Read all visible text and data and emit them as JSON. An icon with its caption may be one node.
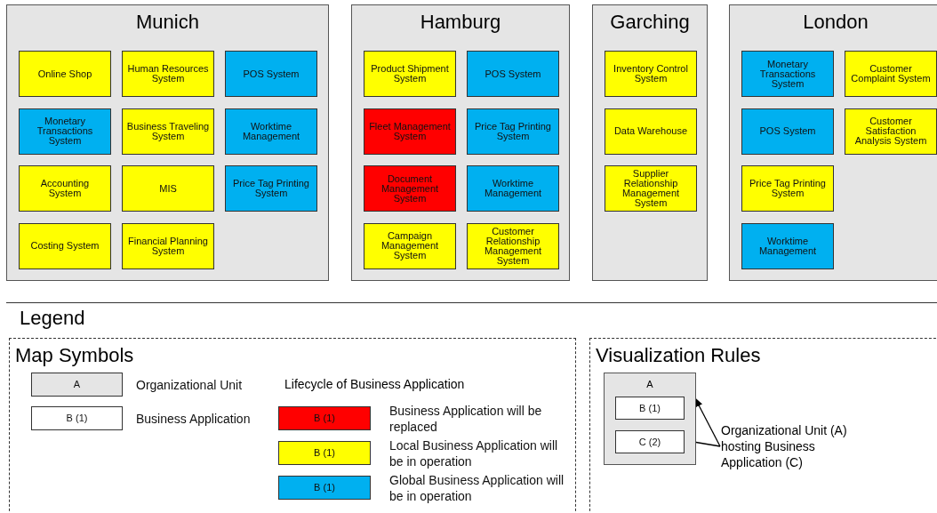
{
  "diagram": {
    "nodes": [
      {
        "text": [
          "Munich"
        ]
      },
      {
        "text": [
          "Online Shop"
        ],
        "in": 0
      },
      {
        "text": [
          "Human Resources System"
        ],
        "in": 0
      },
      {
        "text": [
          "POS System"
        ],
        "in": 0
      },
      {
        "text": [
          "Monetary Transactions System"
        ],
        "in": 0
      },
      {
        "text": [
          "Business Traveling System"
        ],
        "in": 0
      },
      {
        "text": [
          "Worktime Management"
        ],
        "in": 0
      },
      {
        "text": [
          "Accounting System"
        ],
        "in": 0
      },
      {
        "text": [
          "MIS"
        ],
        "in": 0
      },
      {
        "text": [
          "Price Tag Printing System"
        ],
        "in": 0
      },
      {
        "text": [
          "Costing System"
        ],
        "in": 0
      },
      {
        "text": [
          "Financial Planning System"
        ],
        "in": 0
      },
      {
        "text": [
          "Hamburg"
        ]
      },
      {
        "text": [
          "Product Shipment System"
        ],
        "in": 12
      },
      {
        "text": [
          "POS System"
        ],
        "in": 12
      },
      {
        "text": [
          "Fleet Management System"
        ],
        "in": 12
      },
      {
        "text": [
          "Price Tag Printing System"
        ],
        "in": 12
      },
      {
        "text": [
          "Document Management System"
        ],
        "in": 12
      },
      {
        "text": [
          "Worktime Management"
        ],
        "in": 12
      },
      {
        "text": [
          "Campaign Management System"
        ],
        "in": 12
      },
      {
        "text": [
          "Customer Relationship Management System"
        ],
        "in": 12
      },
      {
        "text": [
          "Garching"
        ]
      },
      {
        "text": [
          "Inventory Control System"
        ],
        "in": 21
      },
      {
        "text": [
          "Data Warehouse"
        ],
        "in": 21
      },
      {
        "text": [
          "Supplier Relationship Management System"
        ],
        "in": 21
      },
      {
        "text": [
          "London"
        ]
      },
      {
        "text": [
          "Monetary Transactions System"
        ],
        "in": 25
      },
      {
        "text": [
          "Customer Complaint System"
        ],
        "in": 25
      },
      {
        "text": [
          "POS System"
        ],
        "in": 25
      },
      {
        "text": [
          "Customer Satisfaction Analysis System"
        ],
        "in": 25
      },
      {
        "text": [
          "Price Tag Printing System"
        ],
        "in": 25
      },
      {
        "text": [
          "Worktime Management"
        ],
        "in": 25
      },
      {
        "text": [
          "Map Symbols"
        ]
      },
      {
        "text": [
          "A"
        ],
        "in": 32,
        "beside": [
          "Organizational Unit"
        ]
      },
      {
        "text": [
          "B (1)"
        ],
        "in": 32,
        "beside": [
          "Business Application"
        ]
      },
      {
        "text": [
          "B (1)"
        ],
        "in": 32,
        "beside": [
          "Business Application will be replaced"
        ]
      },
      {
        "text": [
          "B (1)"
        ],
        "in": 32,
        "beside": [
          "Local Business Application will be in operation"
        ]
      },
      {
        "text": [
          "B (1)"
        ],
        "in": 32,
        "beside": [
          "Global Business Application will be in operation"
        ]
      },
      {
        "text": [
          "Visualization Rules"
        ]
      },
      {
        "text": [
          "A"
        ],
        "in": 38
      },
      {
        "text": [
          "B (1)"
        ],
        "in": 39
      },
      {
        "text": [
          "C (2)"
        ],
        "in": 39
      },
      {
        "text": [
          "Organizational Unit (A) hosting Business Application (C)"
        ],
        "in": 38
      }
    ],
    "edges": [
      {
        "from": 42,
        "to": 39,
        "arrow": "to"
      },
      {
        "from": 42,
        "to": 41,
        "arrow": "to"
      }
    ],
    "labels": [
      "Legend",
      "Lifecycle of Business Application"
    ]
  }
}
